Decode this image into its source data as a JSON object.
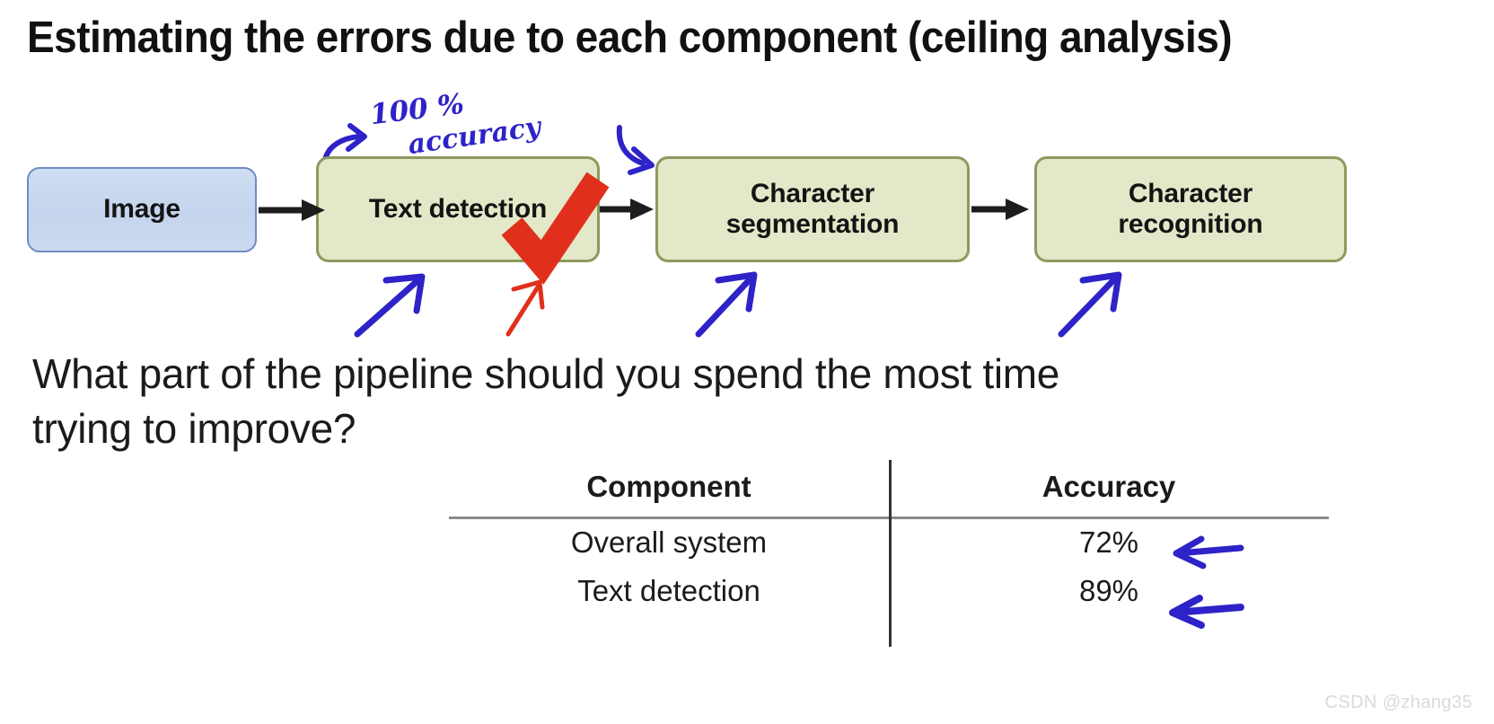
{
  "slide": {
    "title": "Estimating the errors due to each component (ceiling analysis)",
    "question_line1": "What part of the pipeline should you spend the most time",
    "question_line2": "trying to improve?"
  },
  "pipeline": {
    "nodes": [
      {
        "id": "image",
        "label": "Image",
        "fill": "#c9d9ee",
        "border": "#6f8cc0"
      },
      {
        "id": "text-detection",
        "label": "Text detection",
        "fill": "#e3e8c9",
        "border": "#8e9a5d"
      },
      {
        "id": "character-segmentation",
        "label_line1": "Character",
        "label_line2": "segmentation",
        "fill": "#e3e8c9",
        "border": "#8e9a5d"
      },
      {
        "id": "character-recognition",
        "label_line1": "Character",
        "label_line2": "recognition",
        "fill": "#e3e8c9",
        "border": "#8e9a5d"
      }
    ],
    "connectors": [
      "arrow-image-to-text-detection",
      "arrow-text-detection-to-segmentation",
      "arrow-segmentation-to-recognition"
    ]
  },
  "annotations": {
    "ink_blue": "#2e23c8",
    "ink_red": "#e0301b",
    "handwritten_line1": "100 %",
    "handwritten_line2": "accuracy",
    "marks": [
      "blue-arrow-curved-into-text-detection",
      "blue-arrow-curved-down-right",
      "blue-arrow-up-left-of-text-detection",
      "red-arrow-up-to-checkmark",
      "red-checkmark",
      "blue-arrow-up-to-character-segmentation",
      "blue-arrow-up-to-character-recognition",
      "blue-arrow-left-overall-system",
      "blue-arrow-left-text-detection-row"
    ]
  },
  "table": {
    "headers": [
      "Component",
      "Accuracy"
    ],
    "rows": [
      {
        "component": "Overall system",
        "accuracy": "72%"
      },
      {
        "component": "Text detection",
        "accuracy": "89%"
      }
    ]
  },
  "watermark": {
    "text": "CSDN @zhang35"
  }
}
